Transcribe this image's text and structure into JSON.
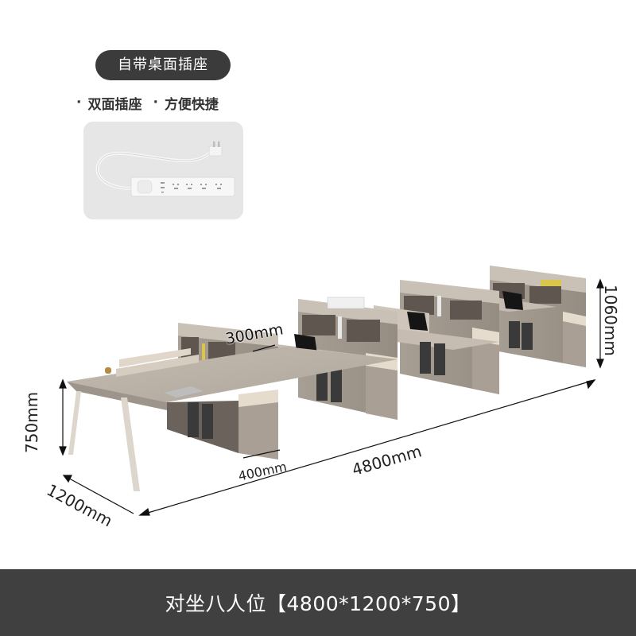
{
  "header": {
    "badge_label": "自带桌面插座",
    "features": [
      {
        "bullet": "·",
        "label": "双面插座"
      },
      {
        "bullet": "·",
        "label": "方便快捷"
      }
    ]
  },
  "power_strip": {
    "icon": "power-strip-icon",
    "outlet_count": 4,
    "background": "#e6e6e6"
  },
  "dimensions": {
    "height": "750mm",
    "depth": "1200mm",
    "length": "4800mm",
    "overall_height": "1060mm",
    "pedestal_width": "400mm",
    "partition_gap": "300mm"
  },
  "footer": {
    "title": "对坐八人位【4800*1200*750】",
    "background": "#404040"
  },
  "colors": {
    "badge_bg": "#3b3b3b",
    "wood": "#b5aca2",
    "wood_dark": "#8f877e",
    "cream": "#e6dccd"
  }
}
